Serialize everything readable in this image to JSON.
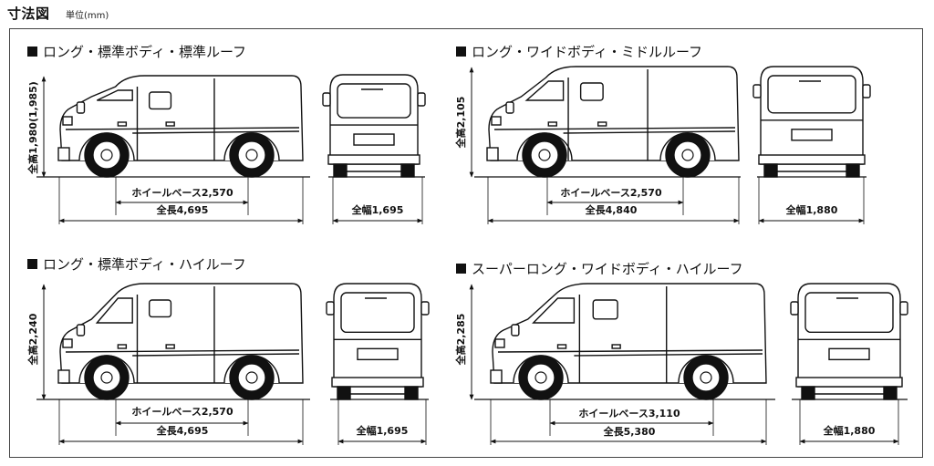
{
  "page": {
    "title": "寸法図",
    "unit": "単位(mm)"
  },
  "sections": [
    {
      "title": "ロング・標準ボディ・標準ルーフ",
      "height_label": "全高1,980(1,985)",
      "wheelbase_label": "ホイールベース2,570",
      "length_label": "全長4,695",
      "width_label": "全幅1,695"
    },
    {
      "title": "ロング・ワイドボディ・ミドルルーフ",
      "height_label": "全高2,105",
      "wheelbase_label": "ホイールベース2,570",
      "length_label": "全長4,840",
      "width_label": "全幅1,880"
    },
    {
      "title": "ロング・標準ボディ・ハイルーフ",
      "height_label": "全高2,240",
      "wheelbase_label": "ホイールベース2,570",
      "length_label": "全長4,695",
      "width_label": "全幅1,695"
    },
    {
      "title": "スーパーロング・ワイドボディ・ハイルーフ",
      "height_label": "全高2,285",
      "wheelbase_label": "ホイールベース3,110",
      "length_label": "全長5,380",
      "width_label": "全幅1,880"
    }
  ]
}
